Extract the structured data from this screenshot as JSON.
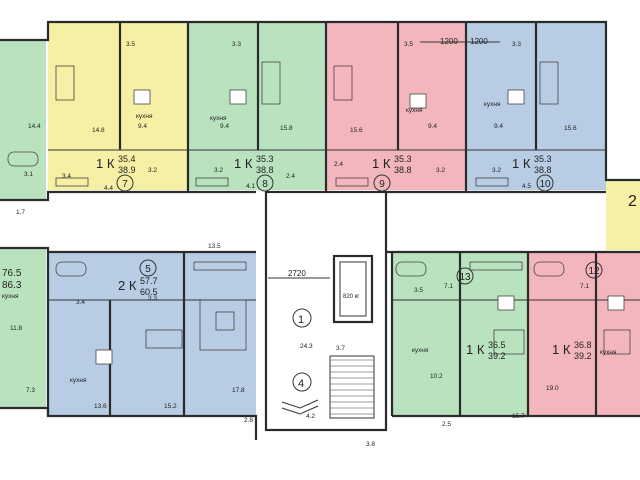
{
  "colors": {
    "green": "#b9e3bf",
    "yellow": "#f5f0a3",
    "pink": "#f4b6bd",
    "blue": "#b8cce4",
    "wall": "#2b2b2b",
    "background": "#ffffff"
  },
  "dimensions": {
    "top_left": "1200",
    "top_right": "1200",
    "corridor_width": "2720"
  },
  "elevator_label": "820 кг",
  "apartments": [
    {
      "number": "7",
      "rooms": "1 К",
      "living_area": "35.4",
      "total_area": "38.9",
      "color": "yellow"
    },
    {
      "number": "8",
      "rooms": "1 К",
      "living_area": "35.3",
      "total_area": "38.8",
      "color": "green"
    },
    {
      "number": "9",
      "rooms": "1 К",
      "living_area": "35.3",
      "total_area": "38.8",
      "color": "pink"
    },
    {
      "number": "10",
      "rooms": "1 К",
      "living_area": "35.3",
      "total_area": "38.8",
      "color": "blue"
    },
    {
      "number": "5",
      "rooms": "2 К",
      "living_area": "57.7",
      "total_area": "60.5",
      "color": "blue"
    },
    {
      "number": "13",
      "rooms": "1 К",
      "living_area": "36.5",
      "total_area": "39.2",
      "color": "green"
    },
    {
      "number": "12",
      "rooms": "1 К",
      "living_area": "36.8",
      "total_area": "39.2",
      "color": "pink"
    }
  ],
  "partial_apartments": {
    "left_area_1": "76.5",
    "left_area_2": "86.3",
    "right_number": "2"
  },
  "markers": {
    "hall": "1",
    "stairs": "4"
  },
  "kitchen_label": "кухня",
  "room_areas": [
    {
      "key": "r_3_5_a",
      "value": "3.5"
    },
    {
      "key": "r_3_3_a",
      "value": "3.3"
    },
    {
      "key": "r_3_5_b",
      "value": "3.5"
    },
    {
      "key": "r_3_3_b",
      "value": "3.3"
    },
    {
      "key": "r_14_4",
      "value": "14.4"
    },
    {
      "key": "r_14_8",
      "value": "14.8"
    },
    {
      "key": "r_9_4_a",
      "value": "9.4"
    },
    {
      "key": "r_9_4_b",
      "value": "9.4"
    },
    {
      "key": "r_15_8",
      "value": "15.8"
    },
    {
      "key": "r_15_6_a",
      "value": "15.6"
    },
    {
      "key": "r_9_4_c",
      "value": "9.4"
    },
    {
      "key": "r_9_4_d",
      "value": "9.4"
    },
    {
      "key": "r_15_6_b",
      "value": "15.6"
    },
    {
      "key": "r_3_1",
      "value": "3.1"
    },
    {
      "key": "r_3_4_a",
      "value": "3.4"
    },
    {
      "key": "r_4_4",
      "value": "4.4"
    },
    {
      "key": "r_3_2_a",
      "value": "3.2"
    },
    {
      "key": "r_3_2_b",
      "value": "3.2"
    },
    {
      "key": "r_4_1",
      "value": "4.1"
    },
    {
      "key": "r_2_4_a",
      "value": "2.4"
    },
    {
      "key": "r_2_4_b",
      "value": "2.4"
    },
    {
      "key": "r_3_2_c",
      "value": "3.2"
    },
    {
      "key": "r_3_2_d",
      "value": "3.2"
    },
    {
      "key": "r_4_5",
      "value": "4.5"
    },
    {
      "key": "r_1_7",
      "value": "1.7"
    },
    {
      "key": "r_13_5",
      "value": "13.5"
    },
    {
      "key": "r_3_4_b",
      "value": "3.4"
    },
    {
      "key": "r_3_3_c",
      "value": "3.3"
    },
    {
      "key": "r_7_1_a",
      "value": "7.1"
    },
    {
      "key": "r_3_5_c",
      "value": "3.5"
    },
    {
      "key": "r_7_1_b",
      "value": "7.1"
    },
    {
      "key": "r_11_8",
      "value": "11.8"
    },
    {
      "key": "r_24_3",
      "value": "24.3"
    },
    {
      "key": "r_3_7",
      "value": "3.7"
    },
    {
      "key": "r_7_3",
      "value": "7.3"
    },
    {
      "key": "r_13_6",
      "value": "13.6"
    },
    {
      "key": "r_15_2",
      "value": "15.2"
    },
    {
      "key": "r_17_8",
      "value": "17.8"
    },
    {
      "key": "r_2_8",
      "value": "2.8"
    },
    {
      "key": "r_4_2",
      "value": "4.2"
    },
    {
      "key": "r_10_2",
      "value": "10.2"
    },
    {
      "key": "r_19_0",
      "value": "19.0"
    },
    {
      "key": "r_2_5",
      "value": "2.5"
    },
    {
      "key": "r_15_7",
      "value": "15.7"
    },
    {
      "key": "r_3_8",
      "value": "3.8"
    }
  ]
}
